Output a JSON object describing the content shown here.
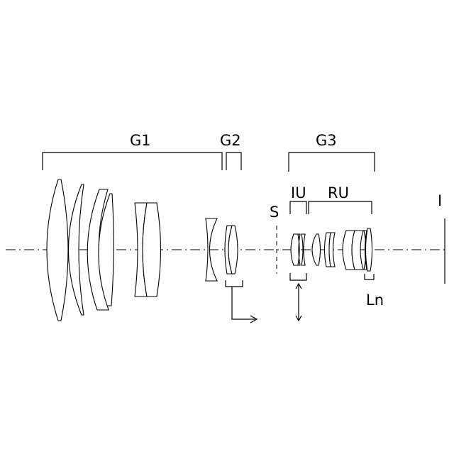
{
  "labels": {
    "g1": "G1",
    "g2": "G2",
    "g3": "G3",
    "iu": "IU",
    "ru": "RU",
    "s": "S",
    "i": "I",
    "ln": "Ln"
  },
  "colors": {
    "line": "#000000",
    "background": "#ffffff"
  },
  "icons": {
    "g2_motion": "right-angle-arrow-icon",
    "iu_motion": "double-headed-vertical-arrow-icon"
  }
}
